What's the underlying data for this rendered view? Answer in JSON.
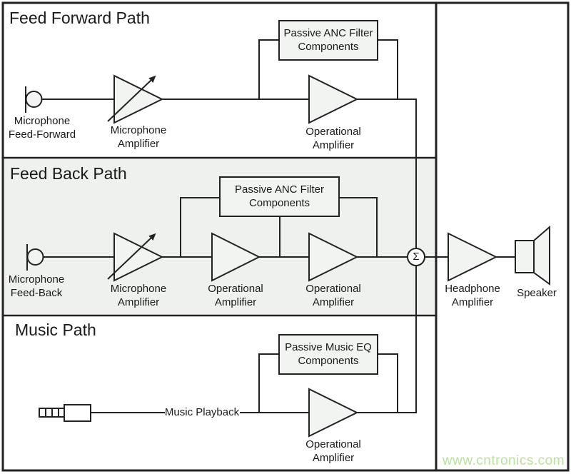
{
  "diagram": {
    "feed_forward": {
      "title": "Feed Forward Path",
      "mic_label": "Microphone\nFeed-Forward",
      "mic_amp_label": "Microphone\nAmplifier",
      "filter_label": "Passive ANC Filter\nComponents",
      "opamp_label": "Operational\nAmplifier"
    },
    "feed_back": {
      "title": "Feed Back Path",
      "mic_label": "Microphone\nFeed-Back",
      "mic_amp_label": "Microphone\nAmplifier",
      "filter_label": "Passive ANC Filter\nComponents",
      "opamp1_label": "Operational\nAmplifier",
      "opamp2_label": "Operational\nAmplifier"
    },
    "music": {
      "title": "Music Path",
      "playback_label": "Music Playback",
      "eq_label": "Passive Music EQ\nComponents",
      "opamp_label": "Operational\nAmplifier"
    },
    "output": {
      "sum_symbol": "Σ",
      "headphone_amp_label": "Headphone\nAmplifier",
      "speaker_label": "Speaker"
    },
    "watermark": "www.cntronics.com",
    "colors": {
      "line": "#222222",
      "shape_fill": "#f2f4f1",
      "feedback_section_bg": "#eff1ee",
      "watermark_green": "#b9e29a"
    }
  }
}
